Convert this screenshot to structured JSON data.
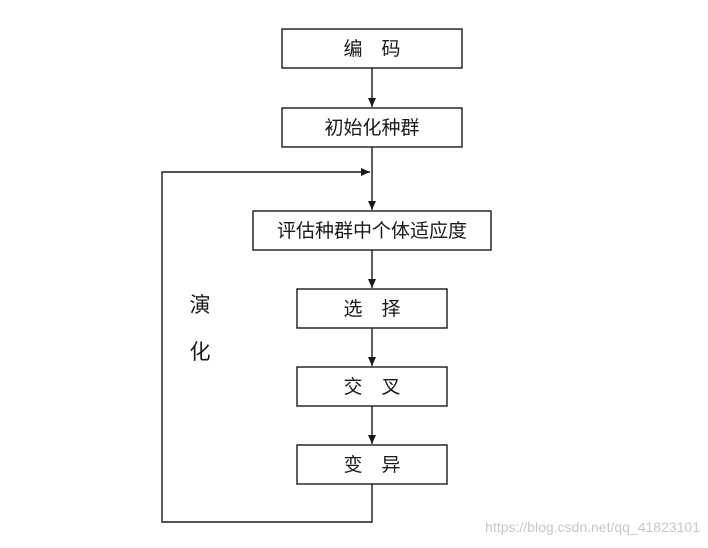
{
  "nodes": {
    "encode": "编　码",
    "init_population": "初始化种群",
    "evaluate_fitness": "评估种群中个体适应度",
    "selection": "选　择",
    "crossover": "交　叉",
    "mutation": "变　异"
  },
  "loop_label": {
    "line1": "演",
    "line2": "化"
  },
  "watermark": "https://blog.csdn.net/qq_41823101",
  "colors": {
    "stroke": "#1a1a1a",
    "background": "#ffffff",
    "watermark": "#c7c7c7"
  }
}
